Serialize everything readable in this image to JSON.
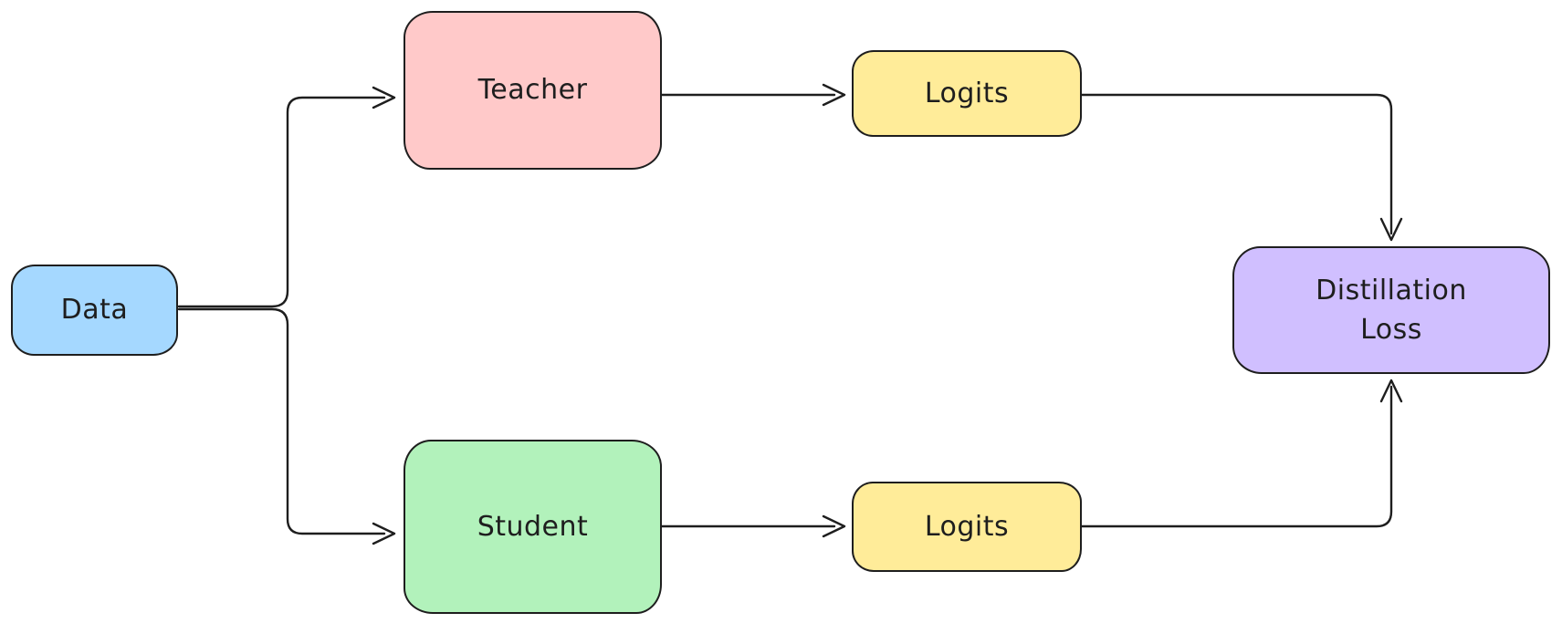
{
  "diagram": {
    "type": "flowchart",
    "background": "#ffffff",
    "stroke_color": "#1e1e1e",
    "text_color": "#1e1e1e",
    "nodes": {
      "data": {
        "label": "Data",
        "fill": "#a5d8ff"
      },
      "teacher": {
        "label": "Teacher",
        "fill": "#ffc9c9"
      },
      "teacher_logits": {
        "label": "Logits",
        "fill": "#ffec99"
      },
      "student": {
        "label": "Student",
        "fill": "#b2f2bb"
      },
      "student_logits": {
        "label": "Logits",
        "fill": "#ffec99"
      },
      "distillation_loss": {
        "label": "Distillation Loss",
        "label_lines": [
          "Distillation",
          "Loss"
        ],
        "fill": "#d0bfff"
      }
    },
    "edges": [
      {
        "from": "data",
        "to": "teacher",
        "arrowhead": "open"
      },
      {
        "from": "data",
        "to": "student",
        "arrowhead": "open"
      },
      {
        "from": "teacher",
        "to": "teacher_logits",
        "arrowhead": "open"
      },
      {
        "from": "student",
        "to": "student_logits",
        "arrowhead": "open"
      },
      {
        "from": "teacher_logits",
        "to": "distillation_loss",
        "arrowhead": "open"
      },
      {
        "from": "student_logits",
        "to": "distillation_loss",
        "arrowhead": "open"
      }
    ]
  }
}
